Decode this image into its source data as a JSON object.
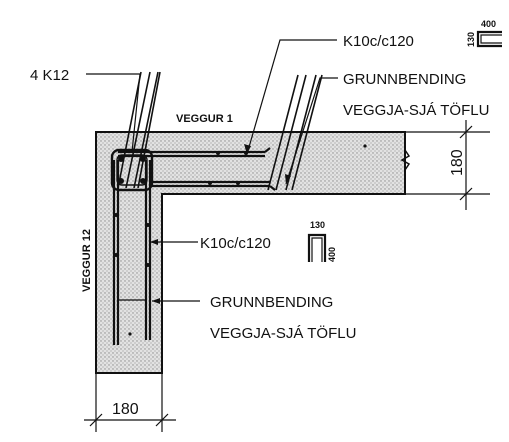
{
  "labels": {
    "top_rebar": "K10c/c120",
    "top_rebar_dim": "400",
    "top_rebar_dim_vertical": "130",
    "corner_bars": "4 K12",
    "wall_1": "VEGGUR 1",
    "grunnbending_top_line1": "GRUNNBENDING",
    "grunnbending_top_line2": "VEGGJA-SJÁ TÖFLU",
    "dim_right": "180",
    "wall_12": "VEGGUR 12",
    "middle_rebar": "K10c/c120",
    "middle_rebar_dim_top": "130",
    "middle_rebar_dim_vertical": "400",
    "grunnbending_bottom_line1": "GRUNNBENDING",
    "grunnbending_bottom_line2": "VEGGJA-SJÁ TÖFLU",
    "dim_bottom": "180"
  },
  "colors": {
    "ink": "#111111",
    "concrete": "#d6d6d6",
    "paper": "#ffffff"
  }
}
